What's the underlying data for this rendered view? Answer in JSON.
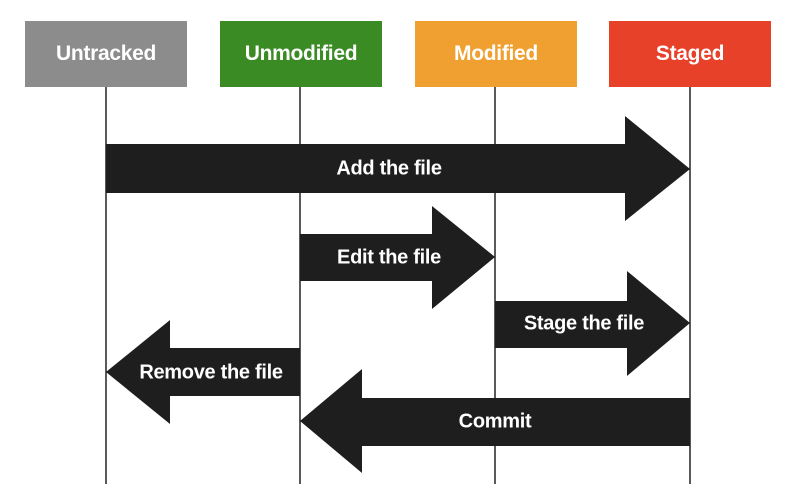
{
  "states": [
    {
      "id": "untracked",
      "label": "Untracked",
      "color": "#8c8c8c"
    },
    {
      "id": "unmodified",
      "label": "Unmodified",
      "color": "#3b8b25"
    },
    {
      "id": "modified",
      "label": "Modified",
      "color": "#f0a030"
    },
    {
      "id": "staged",
      "label": "Staged",
      "color": "#e8412a"
    }
  ],
  "transitions": [
    {
      "label": "Add the file",
      "from": "untracked",
      "to": "staged"
    },
    {
      "label": "Edit the file",
      "from": "unmodified",
      "to": "modified"
    },
    {
      "label": "Stage the file",
      "from": "modified",
      "to": "staged"
    },
    {
      "label": "Remove the file",
      "from": "unmodified",
      "to": "untracked"
    },
    {
      "label": "Commit",
      "from": "staged",
      "to": "unmodified"
    }
  ],
  "colors": {
    "arrow": "#1e1e1e",
    "lifeline": "#000000"
  }
}
